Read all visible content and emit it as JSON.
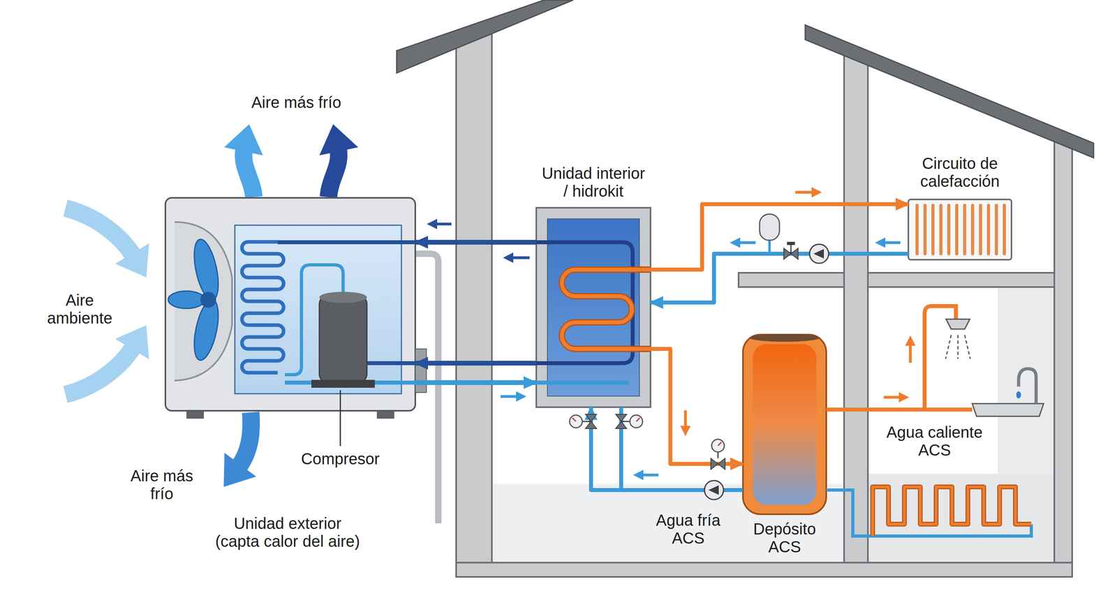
{
  "diagram": {
    "nodes": [
      {
        "text": [
          "Unidad exterior (capta calor del aire)"
        ]
      },
      {
        "text": [
          "Unidad interior / hidrokit"
        ]
      },
      {
        "text": [
          "Circuito de calefacción"
        ]
      },
      {
        "text": [
          "Depósito ACS"
        ]
      }
    ],
    "edges": [
      {
        "from": 1,
        "to": 0,
        "arrow": "to"
      },
      {
        "from": 1,
        "to": 0,
        "arrow": "to"
      },
      {
        "from": 0,
        "to": 1,
        "arrow": "to"
      },
      {
        "from": 1,
        "to": 2,
        "arrow": "to"
      },
      {
        "from": 2,
        "to": 1,
        "arrow": "to"
      },
      {
        "from": 1,
        "to": 3,
        "arrow": "to"
      },
      {
        "from": 3,
        "to": 1,
        "arrow": "to"
      }
    ],
    "labels": [
      "Aire más frío",
      "Aire ambiente",
      "Aire más frío",
      "Compresor",
      "Agua caliente ACS",
      "Agua fría ACS"
    ]
  }
}
